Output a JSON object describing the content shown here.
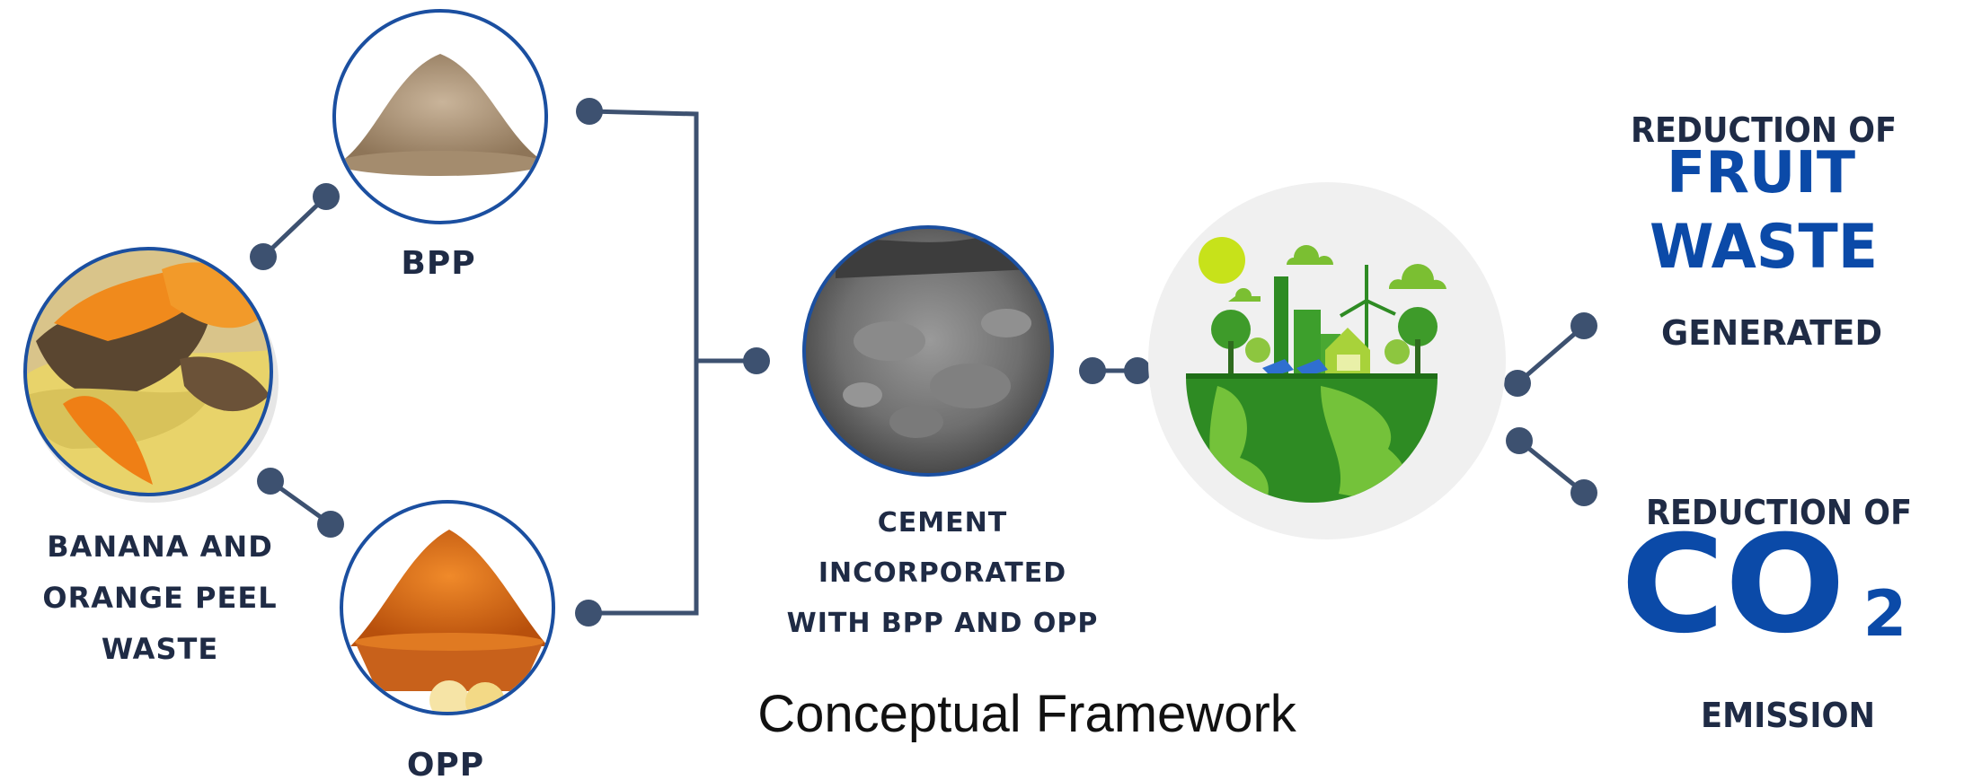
{
  "diagram": {
    "caption": "Conceptual Framework",
    "source_label": "BANANA AND ORANGE PEEL WASTE",
    "source_lines": [
      "BANANA AND",
      "ORANGE PEEL",
      "WASTE"
    ],
    "bpp_label": "BPP",
    "opp_label": "OPP",
    "cement_lines": [
      "CEMENT",
      "INCORPORATED",
      "WITH BPP AND OPP"
    ],
    "outcome1": {
      "line1": "REDUCTION OF",
      "line2": "FRUIT",
      "line3": "WASTE",
      "line4": "GENERATED"
    },
    "outcome2": {
      "line1": "REDUCTION OF",
      "formula_main": "CO",
      "formula_sub": "2",
      "line3": "EMISSION"
    },
    "colors": {
      "connector": "#3d5170",
      "node_dot": "#3d5170",
      "ring": "#1b4fa0",
      "accent_blue": "#0b4aa8",
      "text_dark": "#1f2b45",
      "earth_green": "#2e8b23"
    },
    "icons": [
      "banana-orange-peel-image",
      "banana-peel-powder-image",
      "orange-peel-powder-image",
      "cement-powder-image",
      "green-earth-icon"
    ]
  }
}
